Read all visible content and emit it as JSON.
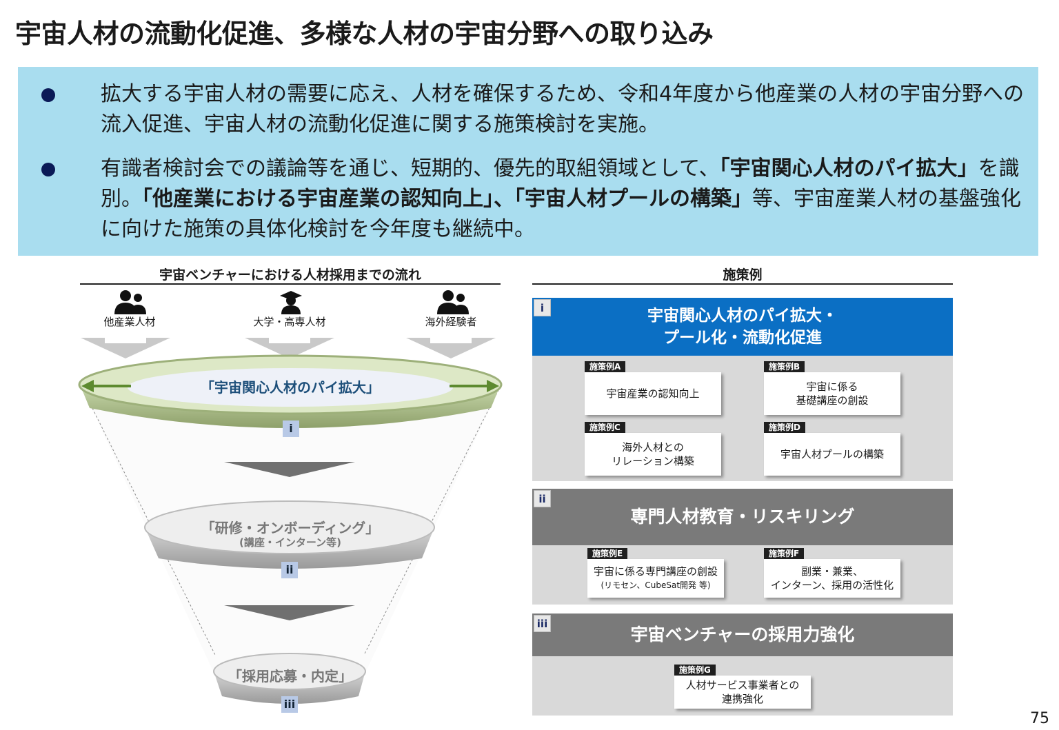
{
  "title": "宇宙人材の流動化促進、多様な人材の宇宙分野への取り込み",
  "summary": {
    "bullet1": "拡大する宇宙人材の需要に応え、人材を確保するため、令和4年度から他産業の人材の宇宙分野への流入促進、宇宙人材の流動化促進に関する施策検討を実施。",
    "bullet2_pre": "有識者検討会での議論等を通じ、短期的、優先的取組領域として、",
    "bullet2_b1": "「宇宙関心人材のパイ拡大」",
    "bullet2_mid": "を識別。",
    "bullet2_b2": "「他産業における宇宙産業の認知向上」、「宇宙人材プールの構築」",
    "bullet2_post": "等、宇宙産業人材の基盤強化に向けた施策の具体化検討を今年度も継続中。"
  },
  "left": {
    "heading": "宇宙ベンチャーにおける人材採用までの流れ",
    "sources": [
      "他産業人材",
      "大学・高専人材",
      "海外経験者"
    ],
    "stage1": "「宇宙関心人材のパイ拡大」",
    "stage2": "「研修・オンボーディング」",
    "stage2_sub": "(講座・インターン等)",
    "stage3": "「採用応募・内定」",
    "romans": [
      "i",
      "ii",
      "iii"
    ]
  },
  "right": {
    "heading": "施策例",
    "panels": [
      {
        "roman": "i",
        "title_line1": "宇宙関心人材のパイ拡大・",
        "title_line2": "プール化・流動化促進",
        "color": "#0b6fc4",
        "cards": [
          {
            "tag": "施策例A",
            "line1": "宇宙産業の認知向上",
            "line2": ""
          },
          {
            "tag": "施策例B",
            "line1": "宇宙に係る",
            "line2": "基礎講座の創設"
          },
          {
            "tag": "施策例C",
            "line1": "海外人材との",
            "line2": "リレーション構築"
          },
          {
            "tag": "施策例D",
            "line1": "宇宙人材プールの構築",
            "line2": ""
          }
        ]
      },
      {
        "roman": "ii",
        "title_line1": "専門人材教育・リスキリング",
        "color": "#7a7a7a",
        "cards": [
          {
            "tag": "施策例E",
            "line1": "宇宙に係る専門講座の創設",
            "line2": "(リモセン、CubeSat開発 等)"
          },
          {
            "tag": "施策例F",
            "line1": "副業・兼業、",
            "line2": "インターン、採用の活性化"
          }
        ]
      },
      {
        "roman": "iii",
        "title_line1": "宇宙ベンチャーの採用力強化",
        "color": "#7a7a7a",
        "cards": [
          {
            "tag": "施策例G",
            "line1": "人材サービス事業者との",
            "line2": "連携強化"
          }
        ]
      }
    ]
  },
  "page_number": "75"
}
